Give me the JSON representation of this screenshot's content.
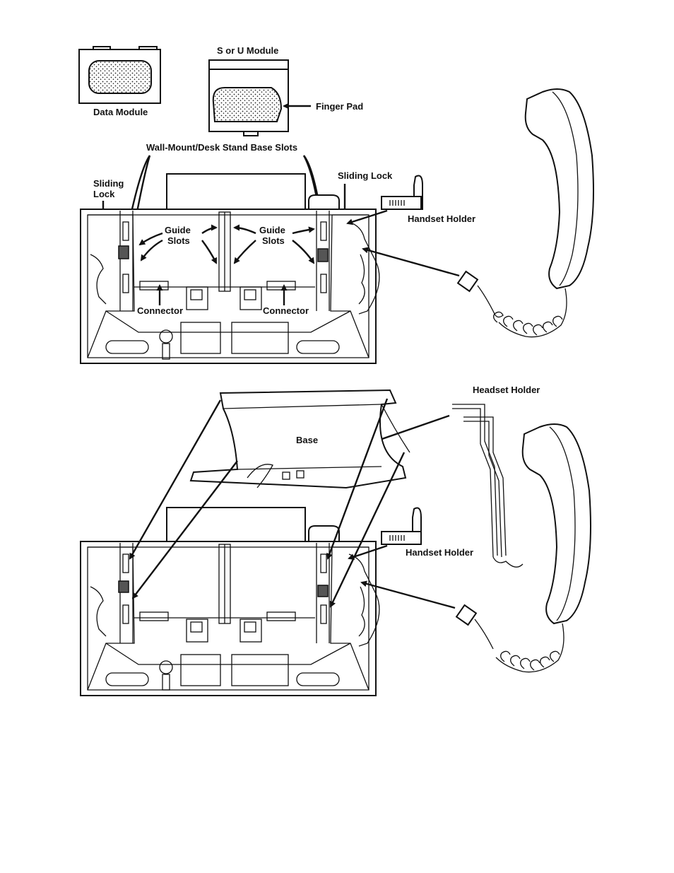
{
  "labels": {
    "data_module": "Data Module",
    "s_or_u_module": "S or U Module",
    "finger_pad": "Finger Pad",
    "wall_mount_slots": "Wall-Mount/Desk Stand Base Slots",
    "sliding_lock_left_1": "Sliding",
    "sliding_lock_left_2": "Lock",
    "sliding_lock_right": "Sliding Lock",
    "handset_holder_top": "Handset Holder",
    "guide_slots_left_1": "Guide",
    "guide_slots_left_2": "Slots",
    "guide_slots_right_1": "Guide",
    "guide_slots_right_2": "Slots",
    "connector_left": "Connector",
    "connector_right": "Connector",
    "headset_holder": "Headset Holder",
    "base": "Base",
    "handset_holder_bottom": "Handset Holder"
  }
}
